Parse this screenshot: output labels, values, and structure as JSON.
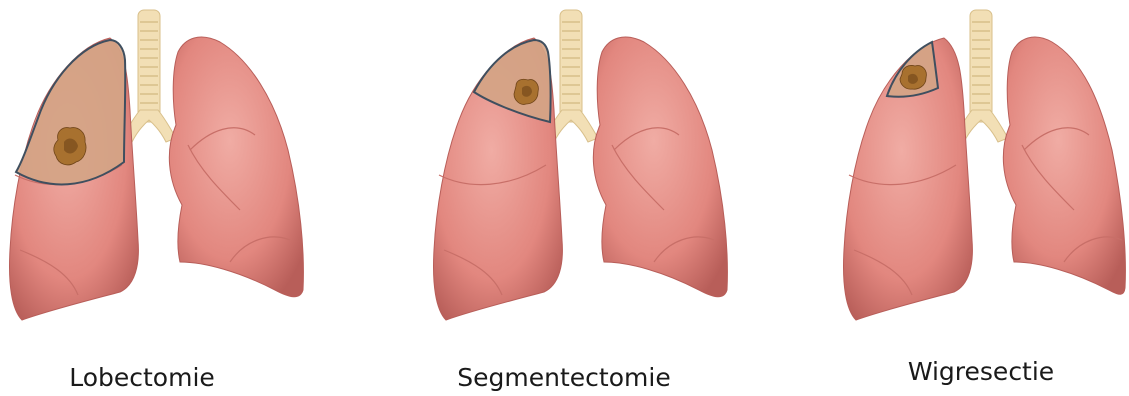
{
  "figure": {
    "panels": [
      {
        "label": "Lobectomie",
        "procedure": "lobectomy"
      },
      {
        "label": "Segmentectomie",
        "procedure": "segmentectomy"
      },
      {
        "label": "Wigresectie",
        "procedure": "wedge-resection"
      }
    ]
  },
  "colors": {
    "lung": "#e2877f",
    "lung_dark": "#b85e59",
    "lung_light": "#f0aca4",
    "trachea": "#f2dfb5",
    "trachea_ring": "#d8bf8a",
    "resection_fill": "#d4a486",
    "resection_line": "#3f4f5f",
    "tumor": "#a8712f",
    "tumor_dark": "#6f4419",
    "fissure": "#c86f68",
    "caption_text": "#1a1a1a"
  }
}
